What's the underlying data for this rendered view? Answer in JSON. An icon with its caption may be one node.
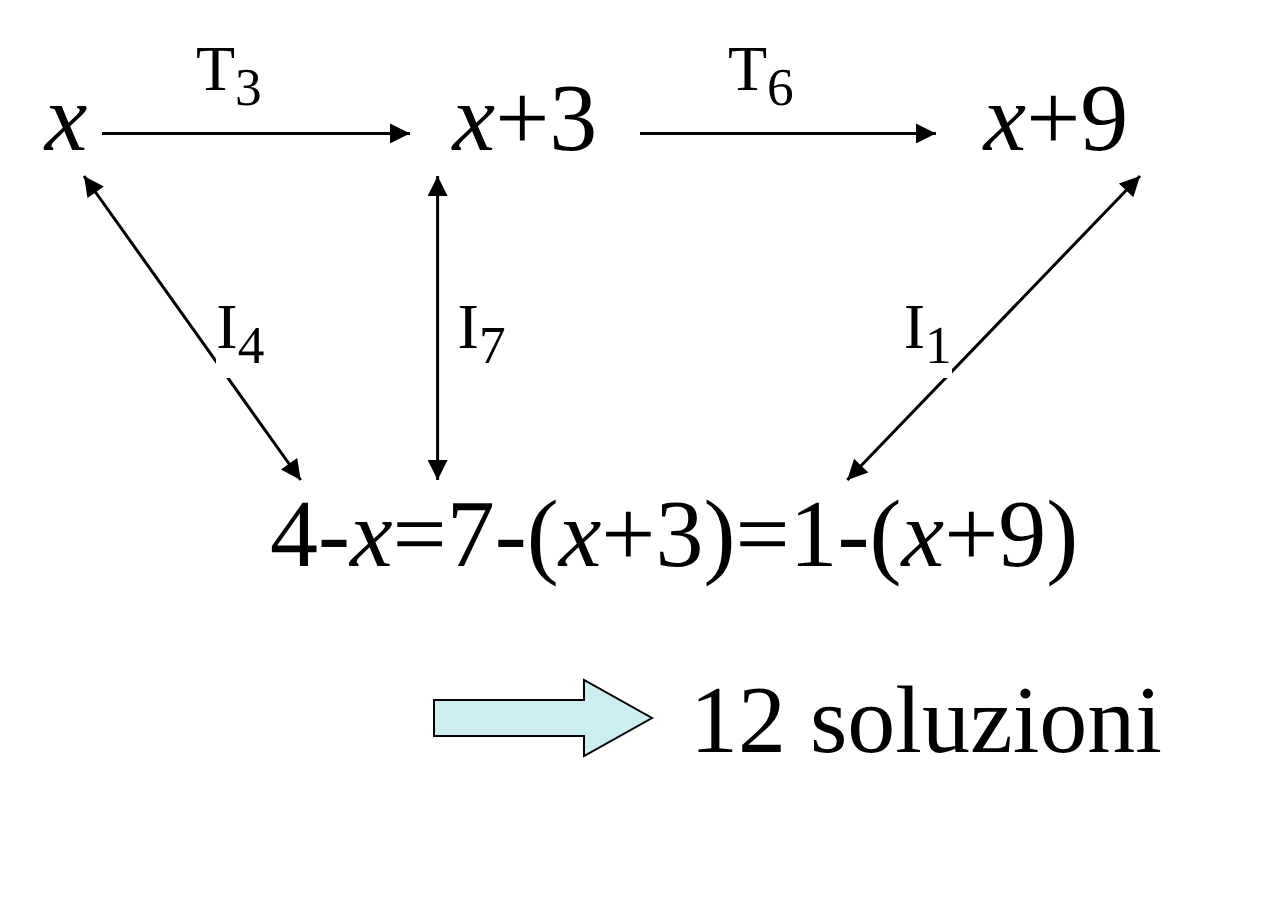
{
  "diagram": {
    "nodes": [
      {
        "text": [
          "x"
        ]
      },
      {
        "text": [
          "*x*+3"
        ]
      },
      {
        "text": [
          "*x*+9"
        ]
      },
      {
        "text": [
          "4-*x*"
        ]
      },
      {
        "text": [
          "7-(*x*+3)"
        ]
      },
      {
        "text": [
          "1-(*x*+9)"
        ]
      }
    ],
    "edges": [
      {
        "from": 0,
        "to": 1,
        "arrow": "to",
        "label": "T$_{3}$"
      },
      {
        "from": 1,
        "to": 2,
        "arrow": "to",
        "label": "T$_{6}$"
      },
      {
        "from": 0,
        "to": 3,
        "arrow": "both",
        "label": "I$_{4}$"
      },
      {
        "from": 1,
        "to": 4,
        "arrow": "both",
        "label": "I$_{7}$"
      },
      {
        "from": 2,
        "to": 5,
        "arrow": "both",
        "label": "I$_{1}$"
      }
    ],
    "labels": [
      "=",
      "=",
      "12 soluzioni"
    ]
  }
}
